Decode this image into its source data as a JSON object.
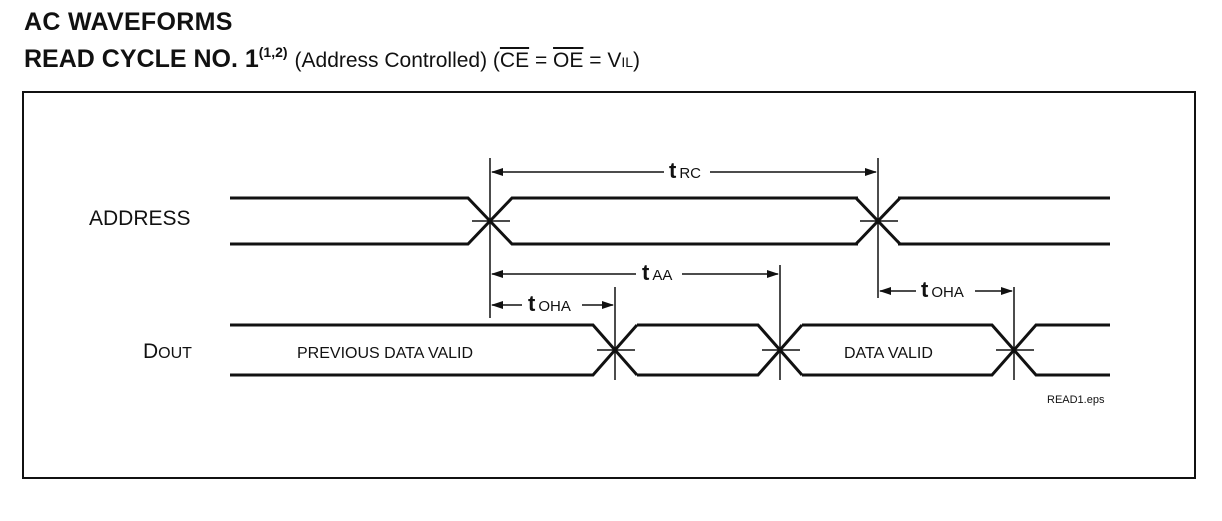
{
  "header": {
    "title": "AC WAVEFORMS",
    "subtitle_main": "READ CYCLE NO. 1",
    "subtitle_sup": "(1,2)",
    "subtitle_paren": "(Address Controlled) (",
    "ce": "CE",
    "eq1": " = ",
    "oe": "OE",
    "eq2": " = V",
    "vil_sub": "IL",
    "close": ")"
  },
  "signals": {
    "address": "ADDRESS",
    "dout_d": "D",
    "dout_rest": "OUT"
  },
  "timing": {
    "trc_t": "t",
    "trc_sub": "RC",
    "taa_t": "t",
    "taa_sub": "AA",
    "toha1_t": "t",
    "toha1_sub": "OHA",
    "toha2_t": "t",
    "toha2_sub": "OHA"
  },
  "regions": {
    "previous": "PREVIOUS DATA VALID",
    "valid": "DATA VALID"
  },
  "figure_id": "READ1.eps"
}
